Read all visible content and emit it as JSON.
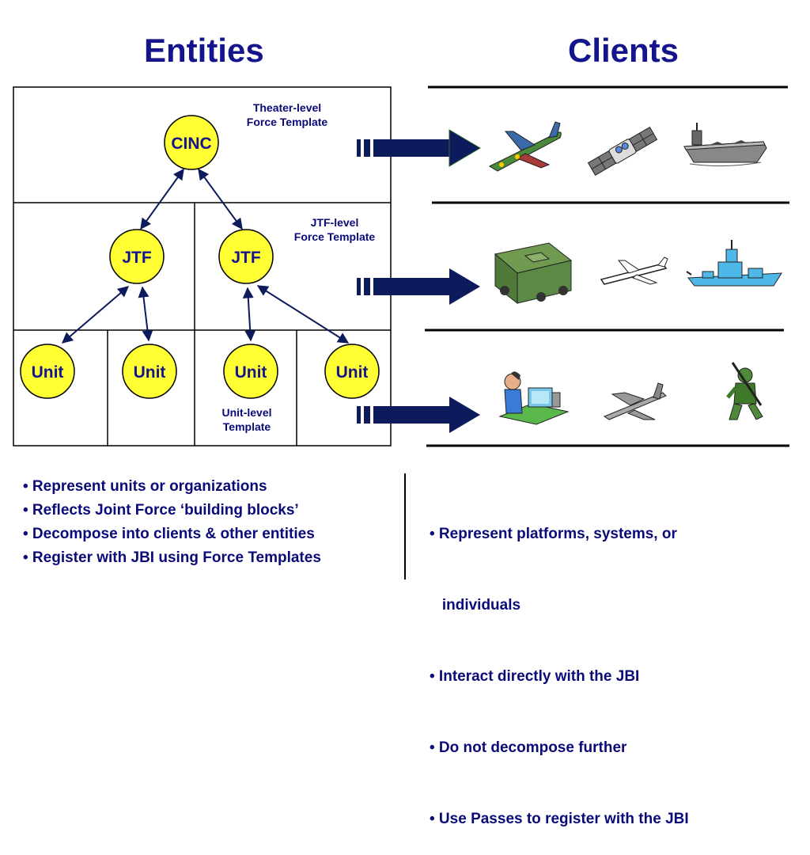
{
  "headings": {
    "entities": "Entities",
    "clients": "Clients"
  },
  "templates": {
    "theater": [
      "Theater-level",
      "Force Template"
    ],
    "jtf": [
      "JTF-level",
      "Force Template"
    ],
    "unit": [
      "Unit-level",
      "Template"
    ]
  },
  "nodes": {
    "cinc": "CINC",
    "jtf_1": "JTF",
    "jtf_2": "JTF",
    "unit_1": "Unit",
    "unit_2": "Unit",
    "unit_3": "Unit",
    "unit_4": "Unit"
  },
  "clients": {
    "row1": [
      "airliner-icon",
      "satellite-icon",
      "aircraft-carrier-icon"
    ],
    "row2": [
      "military-vehicle-icon",
      "uav-drone-icon",
      "warship-icon"
    ],
    "row3": [
      "operator-at-computer-icon",
      "fighter-jet-icon",
      "soldier-icon"
    ]
  },
  "entity_bullets": [
    "• Represent units or organizations",
    "• Reflects Joint Force ‘building blocks’",
    "• Decompose into clients & other entities",
    "• Register with JBI using Force Templates"
  ],
  "client_bullets": [
    "• Represent platforms, systems, or",
    "   individuals",
    "• Interact directly with the JBI",
    "• Do not decompose further",
    "• Use Passes to register with the JBI"
  ],
  "colors": {
    "node_fill": "#ffff33",
    "heading": "#14148c",
    "arrow": "#0d1a5c"
  }
}
